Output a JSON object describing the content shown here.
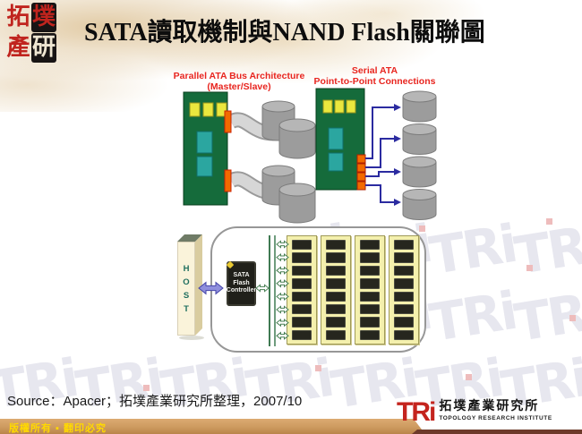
{
  "slide": {
    "title": "SATA讀取機制與NAND Flash關聯圖",
    "source_line": "Source：Apacer；拓墣產業研究所整理，2007/10",
    "copyright": "版權所有 ▪ 翻印必究"
  },
  "corner_logo": {
    "tl": "拓",
    "tr": "墣",
    "bl": "產",
    "br": "研"
  },
  "footer_logo": {
    "acronym": "TRi",
    "name_zh": "拓墣產業研究所",
    "name_en": "TOPOLOGY RESEARCH INSTITUTE"
  },
  "watermark": {
    "text": "TRi"
  },
  "diagrams": {
    "parallel_ata": {
      "title_line1": "Parallel ATA Bus Architecture",
      "title_line2": "(Master/Slave)",
      "drive_pairs": 2
    },
    "serial_ata": {
      "title_line1": "Serial ATA",
      "title_line2": "Point-to-Point Connections",
      "drives": 4
    },
    "ssd": {
      "host_label": "HOST",
      "controller_lines": [
        "SATA",
        "Flash",
        "Controller"
      ],
      "nand_columns": 4,
      "chips_per_column": 8
    }
  },
  "colors": {
    "caption_red": "#e8251f",
    "pcb_green": "#156b3b",
    "connector_orange": "#f26a00",
    "sata_link_blue": "#2b2ba0",
    "bar_tan": "#cd9a5f",
    "logo_red": "#c4241e",
    "nand_yellow": "#f4f0ad"
  }
}
